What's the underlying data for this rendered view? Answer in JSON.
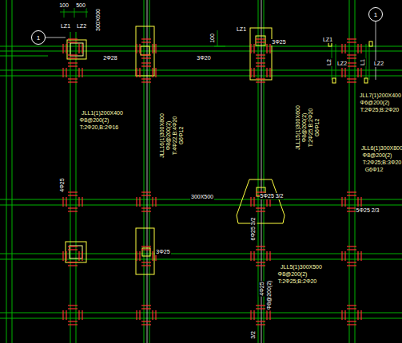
{
  "diagram": {
    "nodes": [
      {
        "text": [
          "1"
        ]
      },
      {
        "text": [
          "1"
        ]
      }
    ],
    "labels": [
      "100",
      "500",
      "LZ1",
      "LZ2",
      "300X600",
      "2Φ28",
      "3Φ20",
      "100",
      "LZ1",
      "3Φ25",
      "LZ1",
      "L2",
      "LZ2",
      "L1",
      "LZ2",
      "JLL1(1)200X400",
      "Φ8@200(2)",
      "T:2Φ20,B:2Φ16",
      "4Φ25",
      "JLL16(1)300X800",
      "Φ8@200(2)",
      "T:4Φ22,B:4Φ20",
      "G6Φ12",
      "JLL15(1)300X600",
      "Φ8@200(2)",
      "T:2Φ25;B:2Φ20",
      "G6Φ12",
      "JLL7(1)200X400",
      "Φ6@200(2)",
      "T:2Φ25;B:2Φ20",
      "JLL6(1)300X800",
      "Φ8@200(2)",
      "T:2Φ25;B:3Φ20",
      "G6Φ12",
      "300X500",
      "5Φ25 3/2",
      "5Φ25 2/3",
      "6Φ25 3/2",
      "3Φ25",
      "JLL5(1)300X500",
      "Φ8@200(2)",
      "T:2Φ25;B:2Φ20",
      "4Φ25",
      "Φ8@200(2)",
      "3/2"
    ]
  }
}
